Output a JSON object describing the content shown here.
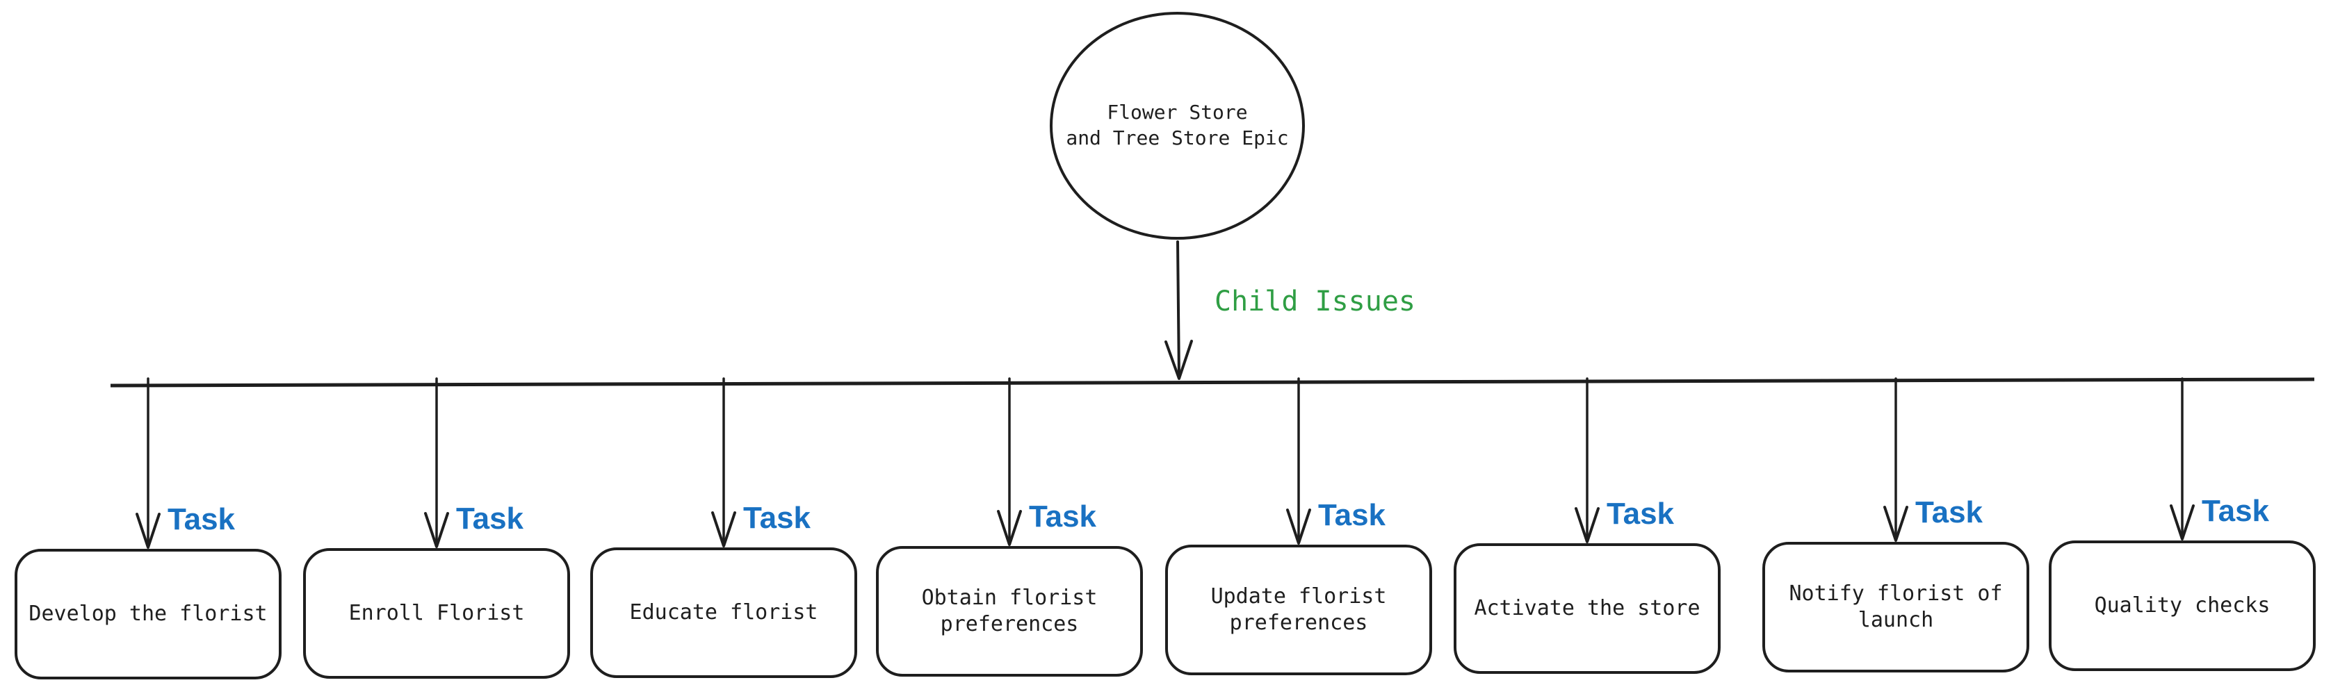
{
  "colors": {
    "stroke": "#1e1e1e",
    "task_label": "#1971c2",
    "child_issues_label": "#2f9e44",
    "background": "#ffffff"
  },
  "epic": {
    "label": "Flower Store\nand Tree Store Epic"
  },
  "child_edge_label": "Child Issues",
  "task_edge_label": "Task",
  "tasks": [
    {
      "label": "Develop the florist"
    },
    {
      "label": "Enroll Florist"
    },
    {
      "label": "Educate florist"
    },
    {
      "label": "Obtain florist\npreferences"
    },
    {
      "label": "Update florist\npreferences"
    },
    {
      "label": "Activate the store"
    },
    {
      "label": "Notify florist of\nlaunch"
    },
    {
      "label": "Quality checks"
    }
  ]
}
